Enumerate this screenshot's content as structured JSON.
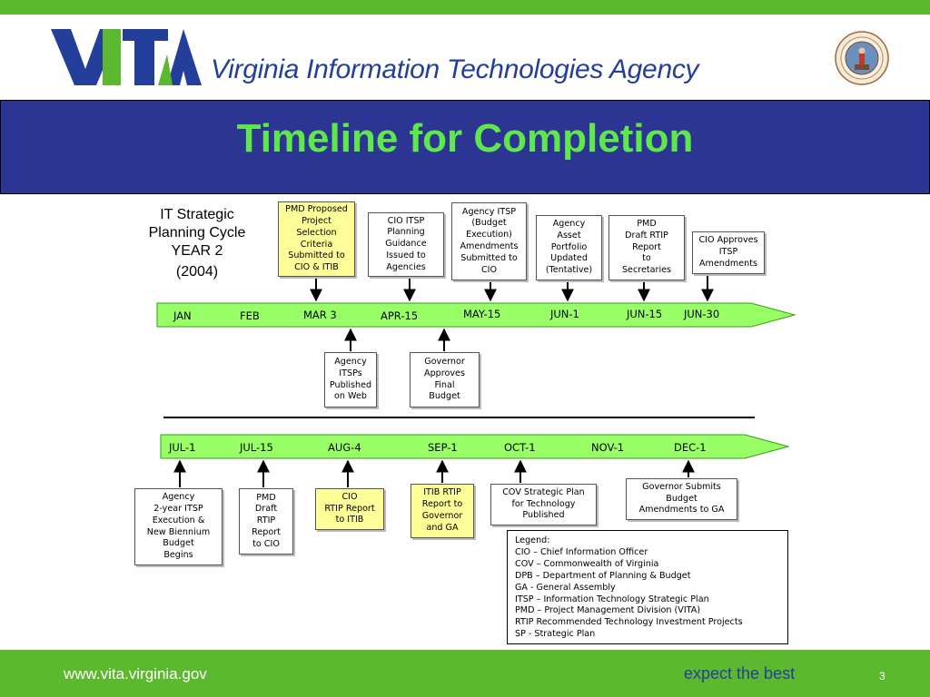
{
  "header": {
    "agency_name": "Virginia Information Technologies Agency",
    "logo_icon": "vita-logo",
    "seal_icon": "commonwealth-of-virginia-seal"
  },
  "title": "Timeline for Completion",
  "cycle_label": [
    "IT Strategic",
    "Planning Cycle",
    "YEAR 2",
    "(2004)"
  ],
  "timeline1": {
    "months": [
      "JAN",
      "FEB",
      "MAR 3",
      "APR-15",
      "MAY-15",
      "JUN-1",
      "JUN-15",
      "JUN-30"
    ],
    "top_boxes": [
      {
        "lines": [
          "PMD Proposed",
          "Project",
          "Selection",
          "Criteria",
          "Submitted to",
          "CIO & ITIB"
        ],
        "highlight": true
      },
      {
        "lines": [
          "CIO  ITSP",
          "Planning",
          "Guidance",
          "Issued to",
          "Agencies"
        ],
        "highlight": false
      },
      {
        "lines": [
          "Agency ITSP",
          "(Budget",
          "Execution)",
          "Amendments",
          "Submitted  to",
          "CIO"
        ],
        "highlight": false
      },
      {
        "lines": [
          "Agency",
          "Asset",
          "Portfolio",
          "Updated",
          "(Tentative)"
        ],
        "highlight": false
      },
      {
        "lines": [
          "PMD",
          "Draft RTIP",
          "Report",
          "to",
          "Secretaries"
        ],
        "highlight": false
      },
      {
        "lines": [
          "CIO Approves",
          "ITSP",
          "Amendments"
        ],
        "highlight": false
      }
    ],
    "bottom_boxes": [
      {
        "lines": [
          "Agency",
          "ITSPs",
          "Published",
          "on Web"
        ],
        "highlight": false
      },
      {
        "lines": [
          "Governor",
          "Approves",
          "Final",
          "Budget"
        ],
        "highlight": false
      }
    ]
  },
  "timeline2": {
    "months": [
      "JUL-1",
      "JUL-15",
      "AUG-4",
      "SEP-1",
      "OCT-1",
      "NOV-1",
      "DEC-1"
    ],
    "boxes": [
      {
        "lines": [
          "Agency",
          "2-year ITSP",
          "Execution &",
          "New Biennium",
          "Budget",
          "Begins"
        ],
        "highlight": false
      },
      {
        "lines": [
          "PMD",
          "Draft",
          "RTIP",
          "Report",
          "to CIO"
        ],
        "highlight": false
      },
      {
        "lines": [
          "CIO",
          "RTIP Report",
          "to ITIB"
        ],
        "highlight": true
      },
      {
        "lines": [
          "ITIB RTIP",
          "Report to",
          "Governor",
          "and GA"
        ],
        "highlight": true
      },
      {
        "lines": [
          "COV  Strategic Plan",
          "for Technology",
          "Published"
        ],
        "highlight": false
      },
      {
        "lines": [
          "Governor Submits",
          "Budget",
          "Amendments  to GA"
        ],
        "highlight": false
      }
    ]
  },
  "legend": {
    "title": "Legend:",
    "items": [
      "CIO – Chief Information Officer",
      "COV – Commonwealth of Virginia",
      "DPB – Department of Planning & Budget",
      "GA - General Assembly",
      "ITSP – Information Technology Strategic Plan",
      "PMD – Project Management Division (VITA)",
      "RTIP Recommended Technology Investment Projects",
      "SP - Strategic Plan"
    ]
  },
  "footer": {
    "url": "www.vita.virginia.gov",
    "tagline": "expect the best",
    "page_number": "3"
  },
  "colors": {
    "brand_green": "#5cb82e",
    "title_bar": "#2d3593",
    "title_text": "#5fe84b",
    "brand_blue": "#233f9a",
    "timeline_fill": "#99ff66",
    "highlight_box": "#ffff99"
  }
}
